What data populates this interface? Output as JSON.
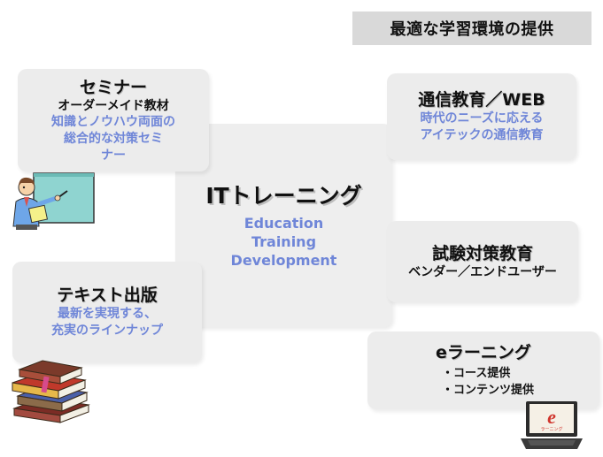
{
  "tagline": "最適な学習環境の提供",
  "center": {
    "title": "ITトレーニング",
    "lines": [
      "Education",
      "Training",
      "Development"
    ]
  },
  "seminar": {
    "title": "セミナー",
    "subtitle": "オーダーメイド教材",
    "description": [
      "知識とノウハウ両面の",
      "総合的な対策セミ",
      "ナー"
    ]
  },
  "correspondence": {
    "title": "通信教育／WEB",
    "description": [
      "時代のニーズに応える",
      "アイテックの通信教育"
    ]
  },
  "exam": {
    "title": "試験対策教育",
    "subtitle": "ベンダー／エンドユーザー"
  },
  "publishing": {
    "title": "テキスト出版",
    "description": [
      "最新を実現する、",
      "充実のラインナップ"
    ]
  },
  "elearning": {
    "title": "eラーニング",
    "items": [
      "・コース提供",
      "・コンテンツ提供"
    ],
    "laptop_logo": "e",
    "laptop_caption": "ラーニング"
  },
  "colors": {
    "accent_blue": "#6f86d8",
    "box_gray": "#ececec",
    "tag_gray": "#d9d9d9"
  }
}
